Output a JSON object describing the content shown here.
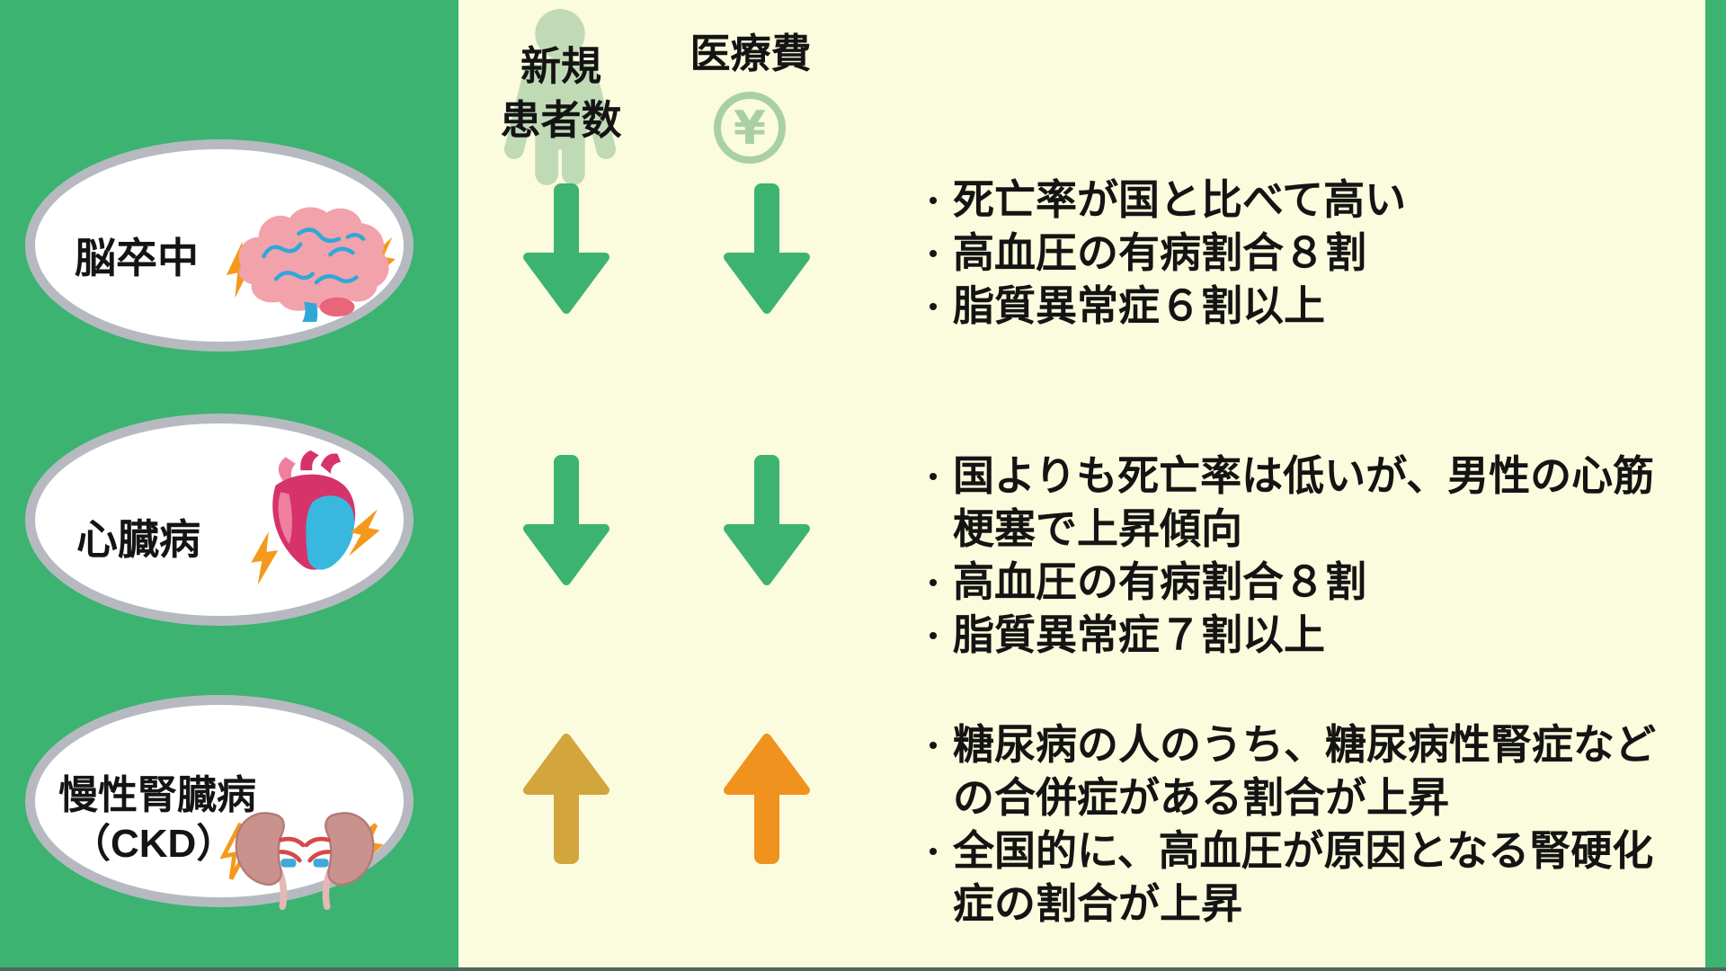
{
  "bullet_char": "•",
  "palette": {
    "panel_green": "#3cb371",
    "background_cream": "#fbfbdd",
    "arrow_down_green": "#3cb371",
    "arrow_up_gold": "#d2a53d",
    "arrow_up_orange": "#f0921e",
    "ellipse_border_gray": "#b6bac0",
    "person_icon_green": "#c0dab6",
    "yen_icon_green": "#a8d0a4",
    "text_color": "#141414"
  },
  "icons": [
    "person-icon",
    "yen-circle-icon",
    "brain-icon",
    "heart-icon",
    "kidneys-icon",
    "trend-arrow-down",
    "trend-arrow-up",
    "lightning-bolt-icon"
  ],
  "columns": {
    "patients": {
      "label_line1": "新規",
      "label_line2": "患者数"
    },
    "cost": {
      "label": "医療費",
      "yen_symbol": "¥"
    }
  },
  "rows": [
    {
      "disease": "脳卒中",
      "patients_trend": "down",
      "cost_trend": "down",
      "bullets": [
        {
          "lines": [
            "死亡率が国と比べて高い"
          ]
        },
        {
          "lines": [
            "高血圧の有病割合８割"
          ]
        },
        {
          "lines": [
            "脂質異常症６割以上"
          ]
        }
      ]
    },
    {
      "disease": "心臓病",
      "patients_trend": "down",
      "cost_trend": "down",
      "bullets": [
        {
          "lines": [
            "国よりも死亡率は低いが、男性の心筋",
            "梗塞で上昇傾向"
          ]
        },
        {
          "lines": [
            "高血圧の有病割合８割"
          ]
        },
        {
          "lines": [
            "脂質異常症７割以上"
          ]
        }
      ]
    },
    {
      "disease": "慢性腎臓病",
      "disease_line2": "（CKD）",
      "patients_trend": "up",
      "cost_trend": "up",
      "bullets": [
        {
          "lines": [
            "糖尿病の人のうち、糖尿病性腎症など",
            "の合併症がある割合が上昇"
          ]
        },
        {
          "lines": [
            "全国的に、高血圧が原因となる腎硬化",
            "症の割合が上昇"
          ]
        }
      ]
    }
  ]
}
